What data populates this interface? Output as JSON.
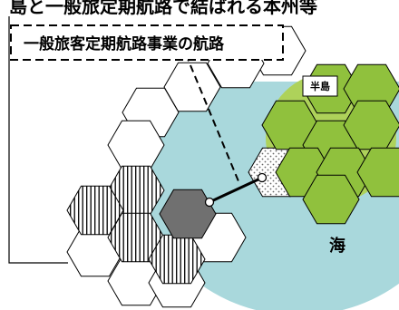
{
  "header": {
    "title_fragment": "島と一般旅定期航路で結ばれる本州等"
  },
  "callout": {
    "label": "一般旅客定期航路事業の航路"
  },
  "peninsula": {
    "label": "半島"
  },
  "sea": {
    "label": "海"
  },
  "colors": {
    "sea": "#a9d8dc",
    "peninsula_circle": "#aed25a",
    "peninsula_hex": "#90c13d",
    "ferry_terminal_hex": "#707070",
    "hatched_hex": "#000000",
    "route_line": "#000000"
  },
  "legend_terms": [
    "一般旅客定期航路事業の航路",
    "半島",
    "海"
  ]
}
